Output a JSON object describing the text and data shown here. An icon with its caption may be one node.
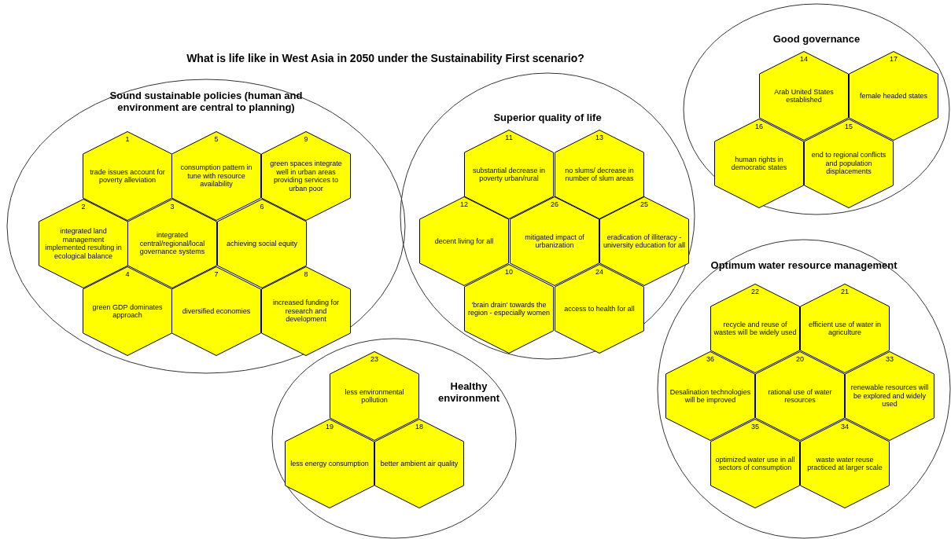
{
  "diagram": {
    "title": "What is life like in West Asia in 2050 under the Sustainability First scenario?",
    "nodes": [
      {
        "text": [
          "Sound sustainable policies (human and environment are central to planning)"
        ]
      },
      {
        "text": [
          "1",
          "trade issues account for poverty alleviation"
        ],
        "in": 0
      },
      {
        "text": [
          "5",
          "consumption pattern in tune with resource availability"
        ],
        "in": 0
      },
      {
        "text": [
          "9",
          "green spaces integrate well in urban areas providing services to urban poor"
        ],
        "in": 0
      },
      {
        "text": [
          "2",
          "integrated land management implemented resulting in ecological balance"
        ],
        "in": 0
      },
      {
        "text": [
          "3",
          "integrated central/regional/local governance systems"
        ],
        "in": 0
      },
      {
        "text": [
          "6",
          "achieving social equity"
        ],
        "in": 0
      },
      {
        "text": [
          "4",
          "green GDP dominates approach"
        ],
        "in": 0
      },
      {
        "text": [
          "7",
          "diversified economies"
        ],
        "in": 0
      },
      {
        "text": [
          "8",
          "increased funding for research and development"
        ],
        "in": 0
      },
      {
        "text": [
          "Superior quality of life"
        ]
      },
      {
        "text": [
          "11",
          "substantial decrease in poverty urban/rural"
        ],
        "in": 10
      },
      {
        "text": [
          "13",
          "no slums/ decrease in number of slum areas"
        ],
        "in": 10
      },
      {
        "text": [
          "12",
          "decent living for all"
        ],
        "in": 10
      },
      {
        "text": [
          "26",
          "mitigated impact of urbanization"
        ],
        "in": 10
      },
      {
        "text": [
          "25",
          "eradication of illiteracy - university education for all"
        ],
        "in": 10
      },
      {
        "text": [
          "10",
          "'brain drain' towards the region - especially women"
        ],
        "in": 10
      },
      {
        "text": [
          "24",
          "access to health for all"
        ],
        "in": 10
      },
      {
        "text": [
          "Good governance"
        ]
      },
      {
        "text": [
          "14",
          "Arab United States established"
        ],
        "in": 18
      },
      {
        "text": [
          "17",
          "female headed states"
        ],
        "in": 18
      },
      {
        "text": [
          "16",
          "human rights in democratic states"
        ],
        "in": 18
      },
      {
        "text": [
          "15",
          "end to regional conflicts and population displacements"
        ],
        "in": 18
      },
      {
        "text": [
          "Optimum water resource management"
        ]
      },
      {
        "text": [
          "22",
          "recycle and reuse of wastes will be widely used"
        ],
        "in": 23
      },
      {
        "text": [
          "21",
          "efficient use of water in agriculture"
        ],
        "in": 23
      },
      {
        "text": [
          "36",
          "Desalination technologies will be improved"
        ],
        "in": 23
      },
      {
        "text": [
          "20",
          "rational use of water resources"
        ],
        "in": 23
      },
      {
        "text": [
          "33",
          "renewable resources will be explored and widely used"
        ],
        "in": 23
      },
      {
        "text": [
          "35",
          "optimized water use in all sectors of consumption"
        ],
        "in": 23
      },
      {
        "text": [
          "34",
          "waste water reuse practiced at larger scale"
        ],
        "in": 23
      },
      {
        "text": [
          "Healthy environment"
        ]
      },
      {
        "text": [
          "23",
          "less environmental pollution"
        ],
        "in": 31
      },
      {
        "text": [
          "19",
          "less energy consumption"
        ],
        "in": 31
      },
      {
        "text": [
          "18",
          "better ambient air quality"
        ],
        "in": 31
      }
    ]
  }
}
